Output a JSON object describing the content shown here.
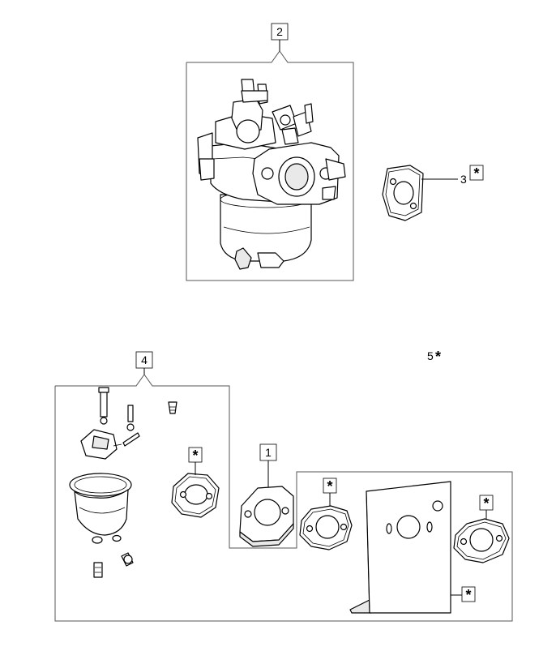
{
  "callouts": {
    "c1": "1",
    "c2": "2",
    "c3": "3",
    "c4": "4",
    "c5": "5",
    "asterisk": "*"
  },
  "icons": {
    "carburetor": "carburetor-assembly-icon",
    "gasket": "gasket-icon",
    "spacer": "insulator-spacer-icon",
    "heat_shield": "heat-shield-plate-icon",
    "repair_kit": "carburetor-repair-kit-icon"
  }
}
